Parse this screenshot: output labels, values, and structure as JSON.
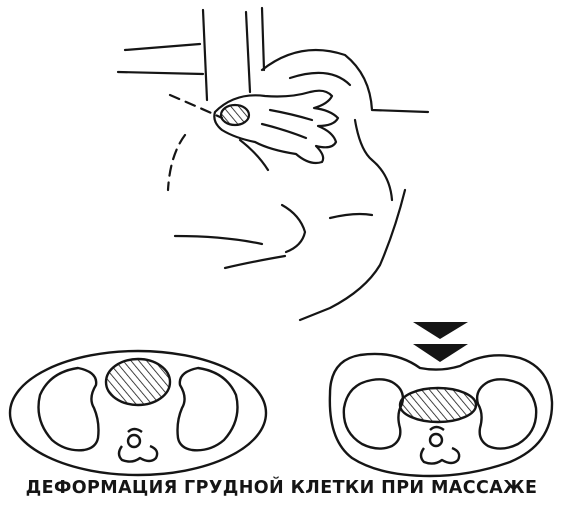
{
  "caption": "ДЕФОРМАЦИЯ ГРУДНОЙ КЛЕТКИ ПРИ МАССАЖЕ",
  "colors": {
    "ink": "#151515",
    "paper": "#ffffff"
  },
  "figures": {
    "top": "hands-on-chest",
    "bottom_left": "chest-cross-section-normal",
    "bottom_right": "chest-cross-section-compressed"
  },
  "indicator": {
    "icon": "double-down-arrow-icon"
  }
}
